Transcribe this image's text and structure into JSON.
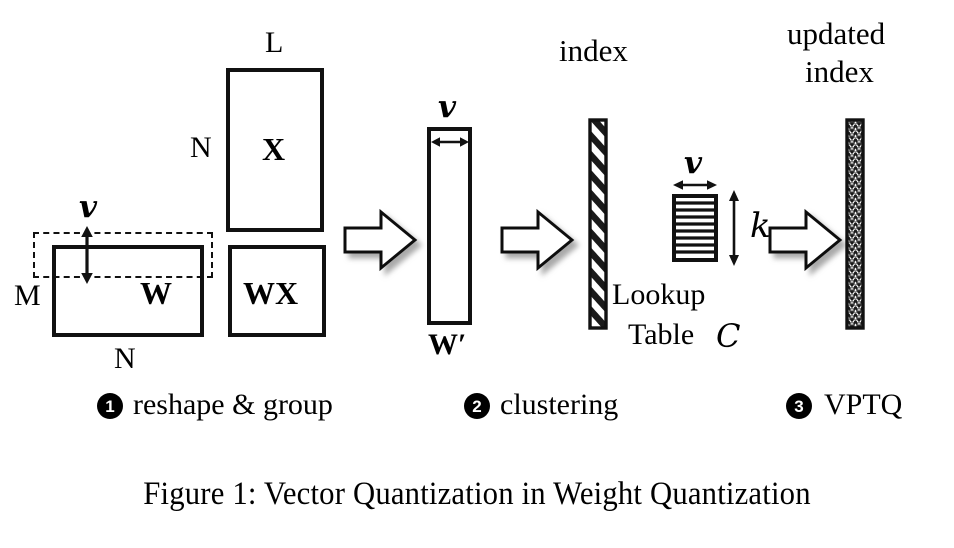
{
  "figure": {
    "caption": "Figure 1: Vector Quantization in Weight Quantization",
    "title_text": "Vector Quantization in Weight Quantization",
    "figure_number": "Figure 1:"
  },
  "matrices": {
    "weight": {
      "label": "W",
      "dim_rows": "M",
      "dim_cols": "N",
      "group_dim": "v"
    },
    "activation": {
      "label": "X",
      "dim_rows": "N",
      "dim_cols": "L"
    },
    "product": {
      "label": "WX"
    },
    "reshaped_weight": {
      "label": "W′",
      "dim_cols": "v"
    }
  },
  "vectors": {
    "index": {
      "label": "index"
    },
    "updated_index": {
      "label": "updated\nindex",
      "line1": "updated",
      "line2": "index"
    }
  },
  "lookup_table": {
    "label_line1": "Lookup",
    "label_line2": "Table",
    "symbol": "C",
    "dim_width": "v",
    "dim_height": "k",
    "rows": 9
  },
  "steps": [
    {
      "number": "1",
      "label": "reshape & group"
    },
    {
      "number": "2",
      "label": "clustering"
    },
    {
      "number": "3",
      "label": "VPTQ"
    }
  ],
  "arrows": [
    {
      "name": "arrow-reshape"
    },
    {
      "name": "arrow-cluster"
    },
    {
      "name": "arrow-vptq"
    }
  ],
  "colors": {
    "stroke": "#111111",
    "fill": "#ffffff",
    "text": "#000000",
    "shadow": "#b4b4b4",
    "hatch": "#1a1a1a"
  }
}
